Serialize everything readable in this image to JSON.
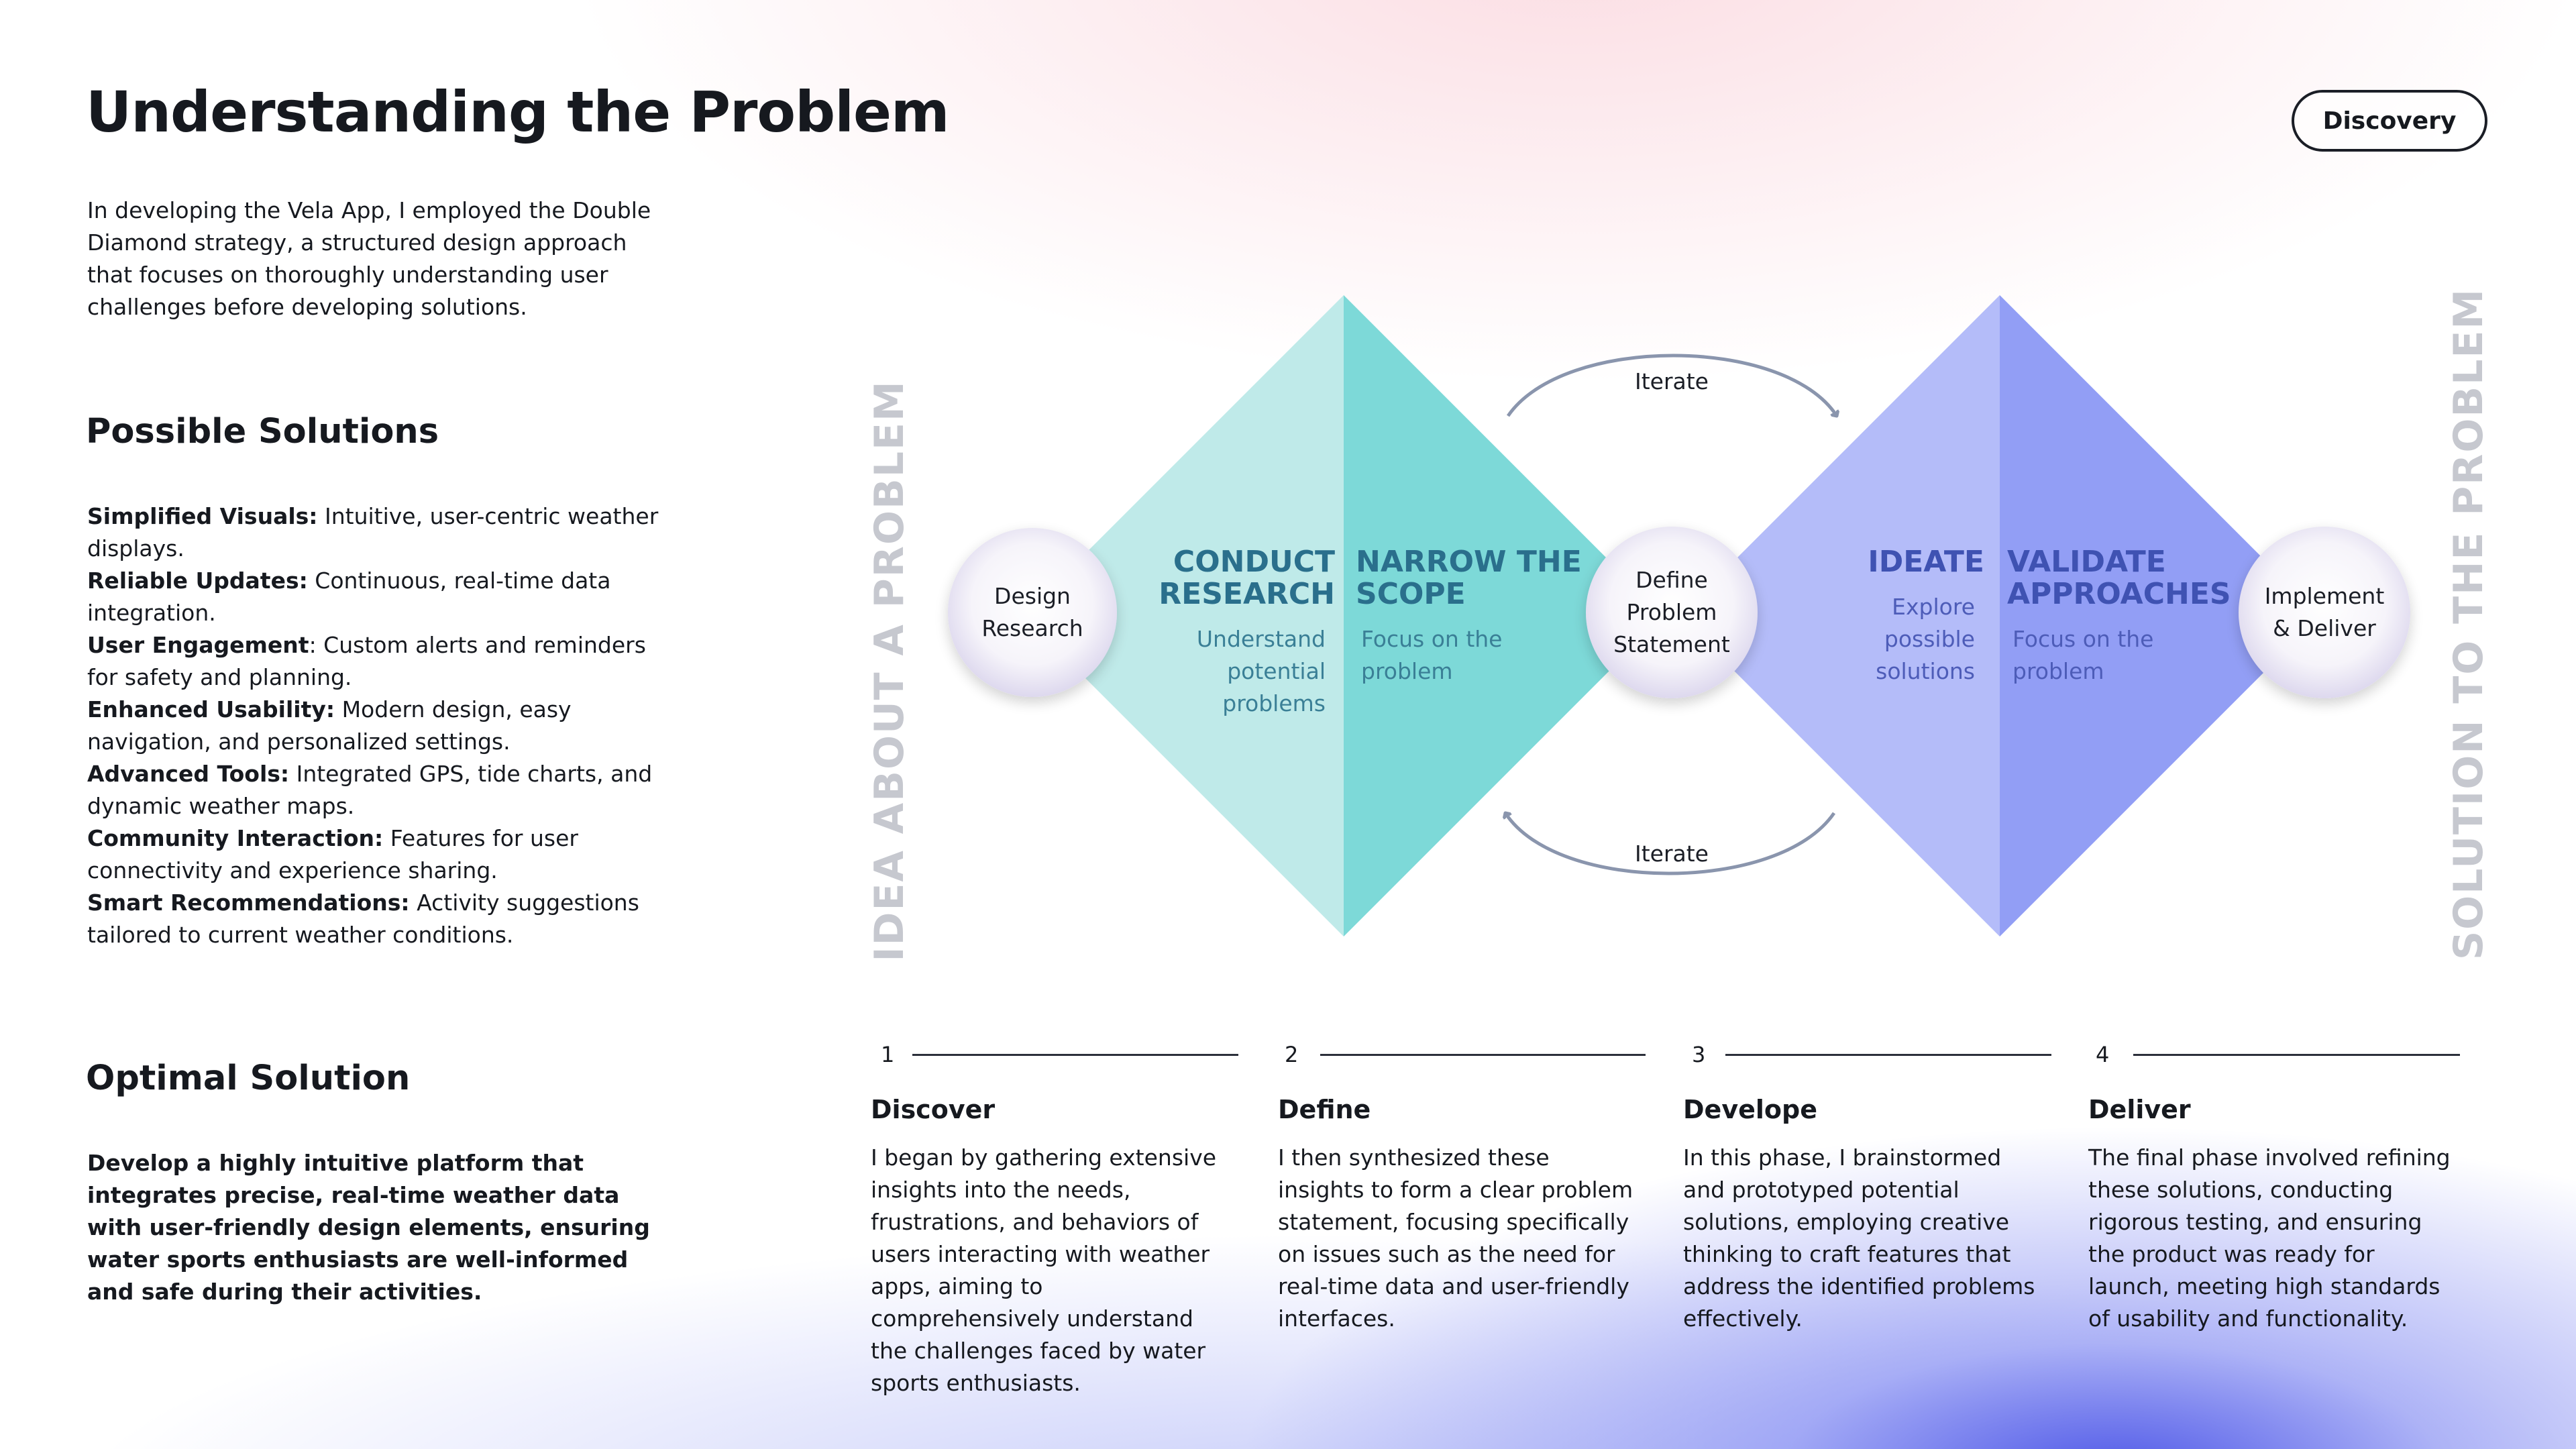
{
  "title": "Understanding the Problem",
  "intro": "In developing the Vela App, I employed the Double Diamond strategy, a structured design approach that focuses on thoroughly understanding user challenges before developing solutions.",
  "badge": "Discovery",
  "possible_solutions": {
    "heading": "Possible Solutions",
    "items": [
      {
        "label": "Simplified Visuals:",
        "text": " Intuitive, user-centric weather displays."
      },
      {
        "label": "Reliable Updates:",
        "text": " Continuous, real-time data integration."
      },
      {
        "label": "User Engagement",
        "text": ": Custom alerts and reminders for safety and planning."
      },
      {
        "label": "Enhanced Usability:",
        "text": " Modern design, easy navigation, and personalized settings."
      },
      {
        "label": "Advanced Tools:",
        "text": " Integrated GPS, tide charts, and dynamic weather maps."
      },
      {
        "label": "Community Interaction:",
        "text": " Features for user connectivity and experience sharing."
      },
      {
        "label": "Smart Recommendations:",
        "text": " Activity suggestions tailored to current weather conditions."
      }
    ]
  },
  "optimal_solution": {
    "heading": "Optimal Solution",
    "text": "Develop a highly intuitive platform that integrates precise, real-time weather data with user-friendly design elements, ensuring water sports enthusiasts are well-informed and safe during their activities."
  },
  "diagram": {
    "left_side_label": "IDEA ABOUT A PROBLEM",
    "right_side_label": "SOLUTION TO THE PROBLEM",
    "iterate_top": "Iterate",
    "iterate_bottom": "Iterate",
    "nodes": [
      {
        "lines": [
          "Design",
          "Research"
        ]
      },
      {
        "lines": [
          "Define",
          "Problem",
          "Statement"
        ]
      },
      {
        "lines": [
          "Implement",
          "& Deliver"
        ]
      }
    ],
    "diamond1": {
      "left": {
        "title": [
          "CONDUCT",
          "RESEARCH"
        ],
        "sub": [
          "Understand",
          "potential",
          "problems"
        ]
      },
      "right": {
        "title": [
          "NARROW THE",
          "SCOPE"
        ],
        "sub": [
          "Focus on the",
          "problem"
        ]
      }
    },
    "diamond2": {
      "left": {
        "title": [
          "IDEATE"
        ],
        "sub": [
          "Explore",
          "possible",
          "solutions"
        ]
      },
      "right": {
        "title": [
          "VALIDATE",
          "APPROACHES"
        ],
        "sub": [
          "Focus on the",
          "problem"
        ]
      }
    },
    "colors": {
      "teal_light": "#bfeae9",
      "teal_dark": "#7dd9d8",
      "teal_text": "#2a6f8c",
      "blue_light": "#b4bcf9",
      "blue_dark": "#929ef5",
      "blue_text": "#3f52b2",
      "arrow": "#8a95ad"
    }
  },
  "phases": [
    {
      "number": "1",
      "title": "Discover",
      "text": "I began by gathering extensive insights into the needs, frustrations, and behaviors of users interacting with weather apps, aiming to comprehensively understand the challenges faced by water sports enthusiasts."
    },
    {
      "number": "2",
      "title": "Define",
      "text": "I then synthesized these insights to form a clear problem statement, focusing specifically on issues such as the need for real-time data and user-friendly interfaces."
    },
    {
      "number": "3",
      "title": "Develope",
      "text": "In this phase, I brainstormed and prototyped potential solutions, employing creative thinking to craft features that address the identified problems effectively."
    },
    {
      "number": "4",
      "title": "Deliver",
      "text": "The final phase involved refining these solutions, conducting rigorous testing, and ensuring the product was ready for launch, meeting high standards of usability and functionality."
    }
  ]
}
